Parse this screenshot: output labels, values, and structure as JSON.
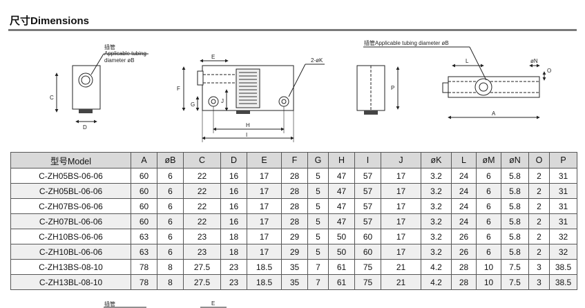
{
  "title": "尺寸Dimensions",
  "drawing_labels": {
    "front_tubing_cn": "插管",
    "front_tubing_en_1": "Applicable tubing",
    "front_tubing_en_2": "diameter øB",
    "front_c": "C",
    "front_d": "D",
    "side_e": "E",
    "side_f": "F",
    "side_g": "G",
    "side_j": "J",
    "side_h": "H",
    "side_i": "I",
    "side_k": "2-øK",
    "end_p": "P",
    "top_tubing": "插管Applicable tubing diameter øB",
    "top_l": "L",
    "top_n": "øN",
    "top_o": "O",
    "top_a": "A",
    "stub_tubing_cn": "插管",
    "stub_e": "E"
  },
  "table": {
    "headers": [
      "型号Model",
      "A",
      "øB",
      "C",
      "D",
      "E",
      "F",
      "G",
      "H",
      "I",
      "J",
      "øK",
      "L",
      "øM",
      "øN",
      "O",
      "P"
    ],
    "rows": [
      [
        "C-ZH05BS-06-06",
        "60",
        "6",
        "22",
        "16",
        "17",
        "28",
        "5",
        "47",
        "57",
        "17",
        "3.2",
        "24",
        "6",
        "5.8",
        "2",
        "31"
      ],
      [
        "C-ZH05BL-06-06",
        "60",
        "6",
        "22",
        "16",
        "17",
        "28",
        "5",
        "47",
        "57",
        "17",
        "3.2",
        "24",
        "6",
        "5.8",
        "2",
        "31"
      ],
      [
        "C-ZH07BS-06-06",
        "60",
        "6",
        "22",
        "16",
        "17",
        "28",
        "5",
        "47",
        "57",
        "17",
        "3.2",
        "24",
        "6",
        "5.8",
        "2",
        "31"
      ],
      [
        "C-ZH07BL-06-06",
        "60",
        "6",
        "22",
        "16",
        "17",
        "28",
        "5",
        "47",
        "57",
        "17",
        "3.2",
        "24",
        "6",
        "5.8",
        "2",
        "31"
      ],
      [
        "C-ZH10BS-06-06",
        "63",
        "6",
        "23",
        "18",
        "17",
        "29",
        "5",
        "50",
        "60",
        "17",
        "3.2",
        "26",
        "6",
        "5.8",
        "2",
        "32"
      ],
      [
        "C-ZH10BL-06-06",
        "63",
        "6",
        "23",
        "18",
        "17",
        "29",
        "5",
        "50",
        "60",
        "17",
        "3.2",
        "26",
        "6",
        "5.8",
        "2",
        "32"
      ],
      [
        "C-ZH13BS-08-10",
        "78",
        "8",
        "27.5",
        "23",
        "18.5",
        "35",
        "7",
        "61",
        "75",
        "21",
        "4.2",
        "28",
        "10",
        "7.5",
        "3",
        "38.5"
      ],
      [
        "C-ZH13BL-08-10",
        "78",
        "8",
        "27.5",
        "23",
        "18.5",
        "35",
        "7",
        "61",
        "75",
        "21",
        "4.2",
        "28",
        "10",
        "7.5",
        "3",
        "38.5"
      ]
    ]
  }
}
